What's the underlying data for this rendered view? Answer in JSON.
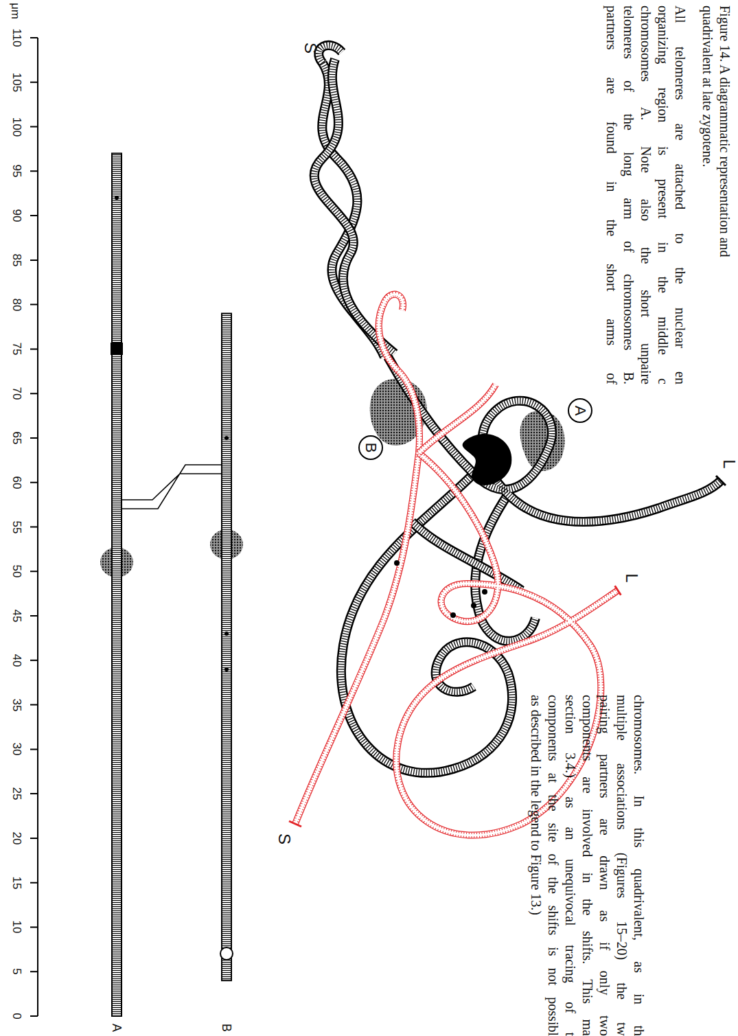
{
  "diagram": {
    "caption": "Figure 14. A diagrammatic representation and quadrivalent at late zygotene.",
    "nodes": [
      {
        "text": [
          "B"
        ]
      },
      {
        "text": [
          "A"
        ]
      }
    ],
    "labels": [
      "All telomeres are attached to the nuclear en",
      "organizing region is present in the middle c",
      "chromosomes A. Note also the short unpaire",
      "telomeres of the long arm of chromosomes B.",
      "partners are found in the short arms of",
      "chromosomes. In this quadrivalent, as in th",
      "multiple associations (Figures 15–20) the tw",
      "pairing partners are drawn as if only two",
      "components are involved in the shifts. This ma",
      "section 3.4.) as an unequivocal tracing of t",
      "components at the site of the shifts is not possibl",
      "as described in the legend to Figure 13.)",
      "S",
      "S",
      "L",
      "L",
      "μm",
      "110",
      "105",
      "100",
      "95",
      "90",
      "85",
      "80",
      "75",
      "70",
      "65",
      "60",
      "55",
      "50",
      "45",
      "40",
      "35",
      "30",
      "25",
      "20",
      "15",
      "10",
      "5",
      "0",
      "A",
      "B"
    ]
  }
}
